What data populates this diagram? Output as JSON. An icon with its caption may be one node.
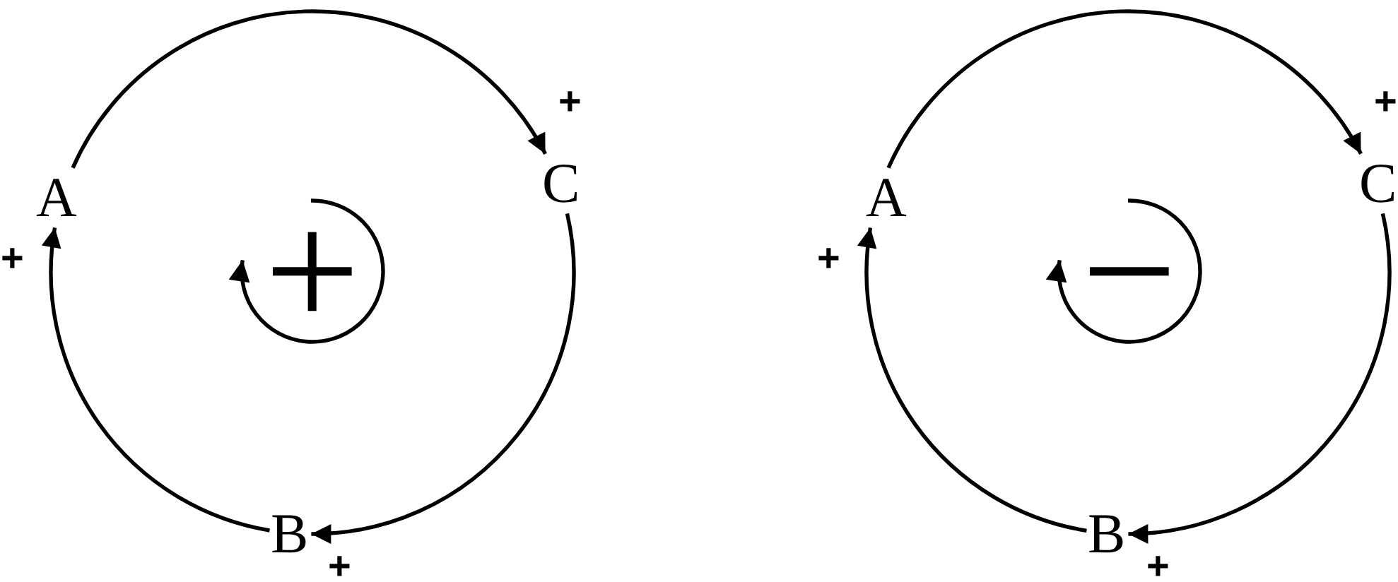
{
  "diagram": {
    "nodes": [
      {
        "text": [
          "A"
        ]
      },
      {
        "text": [
          "C"
        ]
      },
      {
        "text": [
          "B"
        ]
      },
      {
        "text": [
          "A"
        ]
      },
      {
        "text": [
          "C"
        ]
      },
      {
        "text": [
          "B"
        ]
      }
    ],
    "edges": [
      {
        "from": 0,
        "to": 1,
        "arrow": "to",
        "label": "+"
      },
      {
        "from": 1,
        "to": 2,
        "arrow": "to",
        "label": "+"
      },
      {
        "from": 2,
        "to": 0,
        "arrow": "to",
        "label": "+"
      },
      {
        "from": 3,
        "to": 4,
        "arrow": "to",
        "label": "+"
      },
      {
        "from": 4,
        "to": 5,
        "arrow": "to",
        "label": "+"
      },
      {
        "from": 5,
        "to": 3,
        "arrow": "to",
        "label": "+"
      }
    ],
    "labels": [
      "+",
      "−"
    ]
  }
}
